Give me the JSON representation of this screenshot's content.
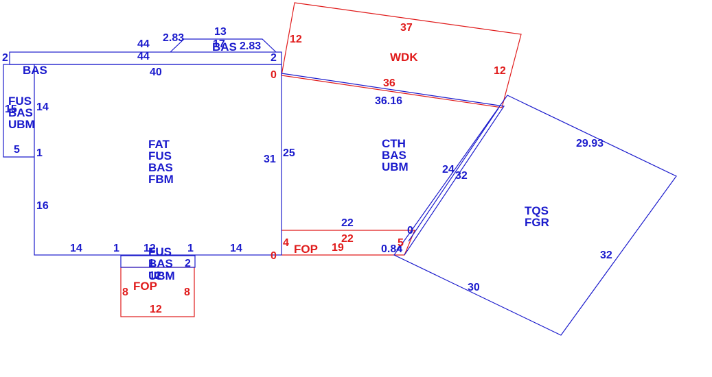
{
  "colors": {
    "structure": "#1a1acc",
    "flatwork": "#e01b1b",
    "background": "#ffffff"
  },
  "sections": {
    "main": {
      "codes": [
        "FAT",
        "FUS",
        "BAS",
        "FBM"
      ],
      "dims": {
        "top": "40",
        "right": "31",
        "left_upper": "14",
        "left_mid": "1",
        "left_lower": "16",
        "bottom_left": "14",
        "bottom_a": "1",
        "bottom_b": "12",
        "bottom_c": "1",
        "bottom_right": "14"
      }
    },
    "top_strip": {
      "code": "BAS",
      "dims": {
        "top": "44",
        "top_inner": "44",
        "left": "2",
        "right": "2"
      }
    },
    "top_bump": {
      "code": "BAS",
      "dims": {
        "top": "13",
        "inner": "17",
        "left_diag": "2.83",
        "right_diag": "2.83"
      }
    },
    "left_wing": {
      "codes": [
        "FUS",
        "BAS",
        "UBM"
      ],
      "dims": {
        "side": "15",
        "bottom": "5"
      }
    },
    "garage": {
      "codes": [
        "CTH",
        "BAS",
        "UBM"
      ],
      "dims": {
        "top": "36.16",
        "left": "25",
        "diag": "24",
        "bottom": "22",
        "corner": "0.84"
      }
    },
    "tqs": {
      "codes": [
        "TQS",
        "FGR"
      ],
      "dims": {
        "top": "29.93",
        "right": "32",
        "bottom": "30",
        "left": "32"
      }
    },
    "deck": {
      "code": "WDK",
      "dims": {
        "top": "37",
        "left": "12",
        "right": "12",
        "bottom": "36",
        "corner": "0"
      }
    },
    "front_porch": {
      "code": "FOP",
      "dims": {
        "top": "22",
        "inner": "22",
        "left": "4",
        "bottom": "19",
        "right": "5",
        "corner_top": "0",
        "corner_bottom": "0"
      }
    },
    "bay": {
      "codes": [
        "FUS",
        "BAS",
        "UBM"
      ],
      "dims": {
        "left": "1",
        "right": "2",
        "top": "12"
      }
    },
    "bottom_porch": {
      "code": "FOP",
      "dims": {
        "left": "8",
        "right": "8",
        "bottom": "12"
      }
    }
  }
}
